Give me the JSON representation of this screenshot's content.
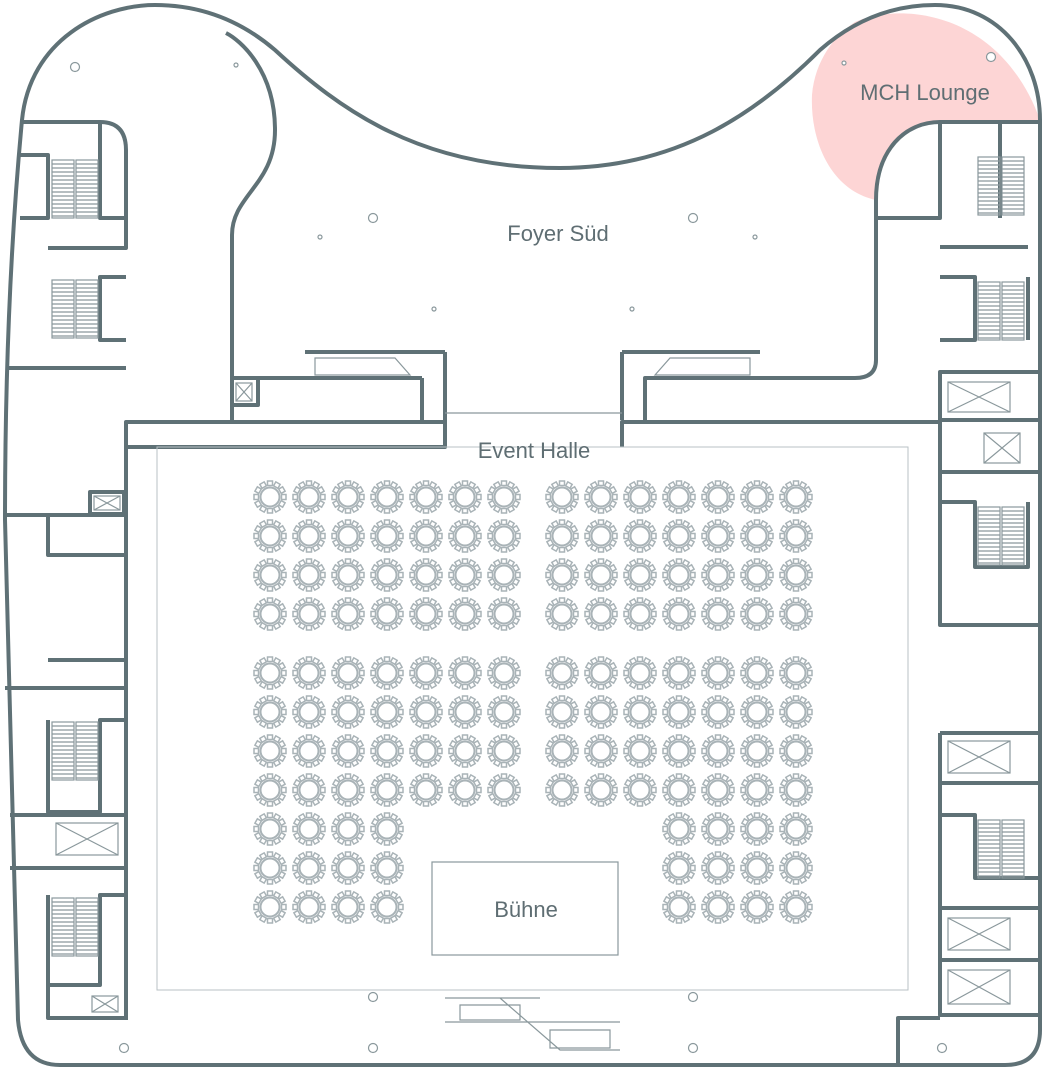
{
  "colors": {
    "wall": "#5f7176",
    "table": "#a9b3b7",
    "lounge": "#fdd5d5",
    "text": "#5f6e73"
  },
  "rooms": {
    "foyer": "Foyer Süd",
    "hall": "Event Halle",
    "stage": "Bühne",
    "lounge": "MCH Lounge"
  },
  "seating": {
    "blocks": [
      {
        "name": "front-left",
        "rows": 4,
        "cols": 7
      },
      {
        "name": "front-right",
        "rows": 4,
        "cols": 7
      },
      {
        "name": "middle-left",
        "rows": 4,
        "cols": 7
      },
      {
        "name": "middle-right",
        "rows": 4,
        "cols": 7
      },
      {
        "name": "rear-left",
        "rows": 3,
        "cols": 4
      },
      {
        "name": "rear-right",
        "rows": 3,
        "cols": 4
      }
    ]
  }
}
